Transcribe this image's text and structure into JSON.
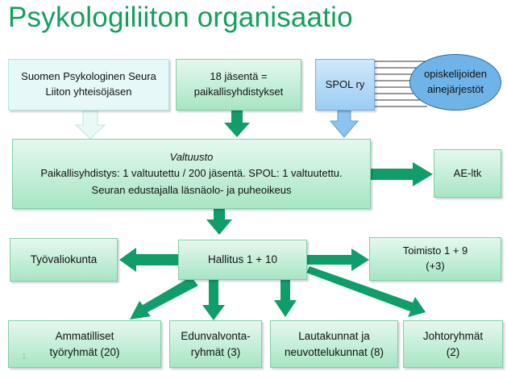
{
  "title": "Psykologiliiton organisaatio",
  "page_number": "1",
  "nodes": {
    "suomen_seura": {
      "line1": "Suomen Psykologinen Seura",
      "line2": "Liiton yhteisöjäsen"
    },
    "jasenta": {
      "line1": "18 jäsentä =",
      "line2": "paikallisyhdistykset"
    },
    "spol": {
      "label": "SPOL ry"
    },
    "opiskelijoiden": {
      "line1": "opiskelijoiden",
      "line2": "ainejärjestöt"
    },
    "valtuusto": {
      "title": "Valtuusto",
      "line2": "Paikallisyhdistys:  1 valtuutettu / 200 jäsentä.  SPOL: 1 valtuutettu.",
      "line3": "Seuran edustajalla läsnäolo- ja puheoikeus"
    },
    "ae_ltk": {
      "label": "AE-ltk"
    },
    "tyovaliokunta": {
      "label": "Työvaliokunta"
    },
    "hallitus": {
      "label": "Hallitus 1 + 10"
    },
    "toimisto": {
      "line1": "Toimisto  1 + 9",
      "line2": "(+3)"
    },
    "ammatilliset": {
      "line1": "Ammatilliset",
      "line2": "työryhmät (20)"
    },
    "edunvalvonta": {
      "line1": "Edunvalvonta-",
      "line2": "ryhmät (3)"
    },
    "lautakunnat": {
      "line1": "Lautakunnat ja",
      "line2": "neuvottelukunnat (8)"
    },
    "johtoryhmat": {
      "line1": "Johtoryhmät",
      "line2": "(2)"
    }
  },
  "colors": {
    "accent": "#12a05c",
    "arrow": "#0f9d6a",
    "box_fill": "#c9f0db",
    "light_fill": "#e6f8f8",
    "spol_fill": "#a9d4f5",
    "ellipse_fill": "#6fb4e9"
  }
}
